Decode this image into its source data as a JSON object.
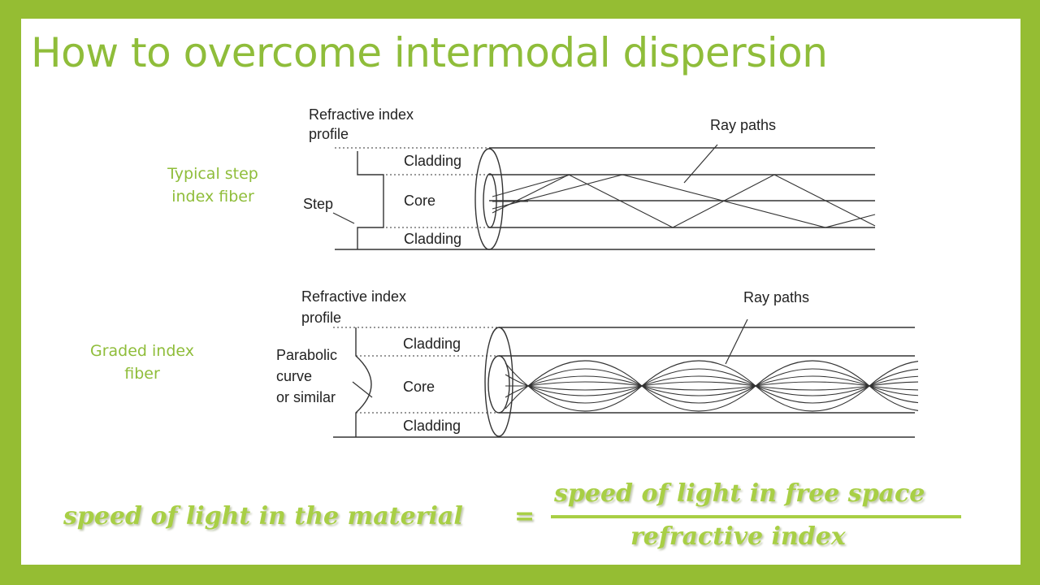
{
  "title": "How to overcome intermodal dispersion",
  "side_labels": {
    "step_fiber": "Typical step\nindex fiber",
    "graded_fiber": "Graded index\nfiber"
  },
  "step_diagram": {
    "profile_label_1": "Refractive index",
    "profile_label_2": "profile",
    "step_label": "Step",
    "cladding_top": "Cladding",
    "core": "Core",
    "cladding_bottom": "Cladding",
    "ray_paths": "Ray paths"
  },
  "graded_diagram": {
    "profile_label_1": "Refractive index",
    "profile_label_2": "profile",
    "parabolic_1": "Parabolic",
    "parabolic_2": "curve",
    "parabolic_3": "or similar",
    "cladding_top": "Cladding",
    "core": "Core",
    "cladding_bottom": "Cladding",
    "ray_paths": "Ray paths"
  },
  "formula": {
    "lhs": "speed of light in the material",
    "equals": "=",
    "numerator": "speed of light in free space",
    "denominator": "refractive index"
  },
  "colors": {
    "frame": "#95bd33",
    "accent": "#8fbd3a",
    "formula": "#a8cf45"
  }
}
